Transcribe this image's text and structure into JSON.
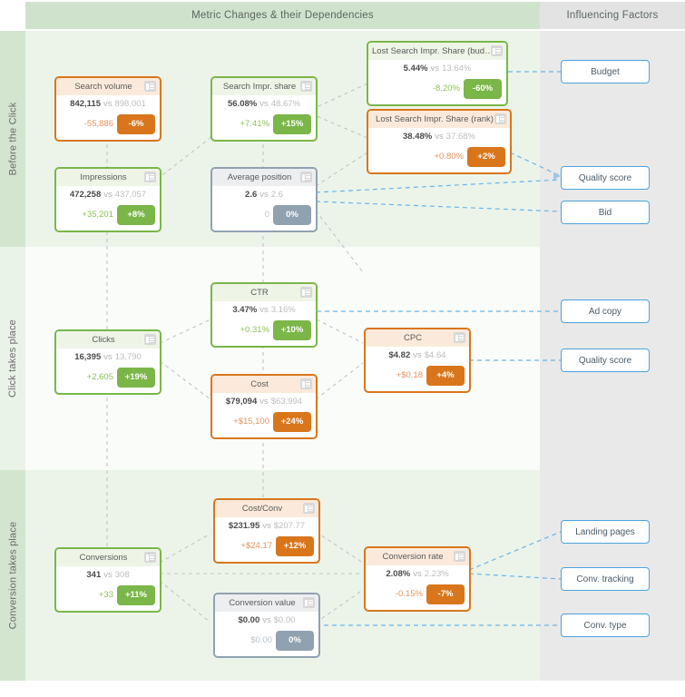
{
  "header": {
    "metrics_title": "Metric Changes & their Dependencies",
    "factors_title": "Influencing Factors"
  },
  "bands": [
    {
      "label": "Before the Click"
    },
    {
      "label": "Click takes place"
    },
    {
      "label": "Conversion takes place"
    }
  ],
  "icon_name": "list-icon",
  "colors": {
    "green": "#7ab648",
    "orange": "#d9761b",
    "grey": "#90a1b0",
    "factor_blue": "#4aa3df",
    "band_green": "#d3e5cf",
    "header_green": "#cfe3cc",
    "header_grey": "#e3e3e3"
  },
  "cards": [
    {
      "id": "search-volume",
      "title": "Search volume",
      "current": "842,115",
      "vs": "vs",
      "previous": "898,001",
      "abs": "-55,886",
      "pct": "-6%",
      "theme": "orange"
    },
    {
      "id": "search-impr-share",
      "title": "Search Impr. share",
      "current": "56.08%",
      "vs": "vs",
      "previous": "48.67%",
      "abs": "+7.41%",
      "pct": "+15%",
      "theme": "green"
    },
    {
      "id": "lost-is-budget",
      "title": "Lost Search Impr. Share (budget)",
      "current": "5.44%",
      "vs": "vs",
      "previous": "13.64%",
      "abs": "-8.20%",
      "pct": "-60%",
      "theme": "green"
    },
    {
      "id": "lost-is-rank",
      "title": "Lost Search Impr. Share (rank)",
      "current": "38.48%",
      "vs": "vs",
      "previous": "37.68%",
      "abs": "+0.80%",
      "pct": "+2%",
      "theme": "orange"
    },
    {
      "id": "impressions",
      "title": "Impressions",
      "current": "472,258",
      "vs": "vs",
      "previous": "437,057",
      "abs": "+35,201",
      "pct": "+8%",
      "theme": "green"
    },
    {
      "id": "average-position",
      "title": "Average position",
      "current": "2.6",
      "vs": "vs",
      "previous": "2.6",
      "abs": "0",
      "pct": "0%",
      "theme": "grey"
    },
    {
      "id": "ctr",
      "title": "CTR",
      "current": "3.47%",
      "vs": "vs",
      "previous": "3.16%",
      "abs": "+0.31%",
      "pct": "+10%",
      "theme": "green"
    },
    {
      "id": "clicks",
      "title": "Clicks",
      "current": "16,395",
      "vs": "vs",
      "previous": "13,790",
      "abs": "+2,605",
      "pct": "+19%",
      "theme": "green"
    },
    {
      "id": "cpc",
      "title": "CPC",
      "current": "$4.82",
      "vs": "vs",
      "previous": "$4.64",
      "abs": "+$0.18",
      "pct": "+4%",
      "theme": "orange"
    },
    {
      "id": "cost",
      "title": "Cost",
      "current": "$79,094",
      "vs": "vs",
      "previous": "$63,994",
      "abs": "+$15,100",
      "pct": "+24%",
      "theme": "orange"
    },
    {
      "id": "cost-per-conv",
      "title": "Cost/Conv",
      "current": "$231.95",
      "vs": "vs",
      "previous": "$207.77",
      "abs": "+$24.17",
      "pct": "+12%",
      "theme": "orange"
    },
    {
      "id": "conversions",
      "title": "Conversions",
      "current": "341",
      "vs": "vs",
      "previous": "308",
      "abs": "+33",
      "pct": "+11%",
      "theme": "green"
    },
    {
      "id": "conversion-rate",
      "title": "Conversion rate",
      "current": "2.08%",
      "vs": "vs",
      "previous": "2.23%",
      "abs": "-0.15%",
      "pct": "-7%",
      "theme": "orange"
    },
    {
      "id": "conversion-value",
      "title": "Conversion value",
      "current": "$0.00",
      "vs": "vs",
      "previous": "$0.00",
      "abs": "$0.00",
      "pct": "0%",
      "theme": "grey"
    }
  ],
  "factors": [
    {
      "id": "budget",
      "label": "Budget"
    },
    {
      "id": "quality-score-1",
      "label": "Quality score"
    },
    {
      "id": "bid",
      "label": "Bid"
    },
    {
      "id": "ad-copy",
      "label": "Ad copy"
    },
    {
      "id": "quality-score-2",
      "label": "Quality score"
    },
    {
      "id": "landing-pages",
      "label": "Landing pages"
    },
    {
      "id": "conv-tracking",
      "label": "Conv. tracking"
    },
    {
      "id": "conv-type",
      "label": "Conv. type"
    }
  ]
}
